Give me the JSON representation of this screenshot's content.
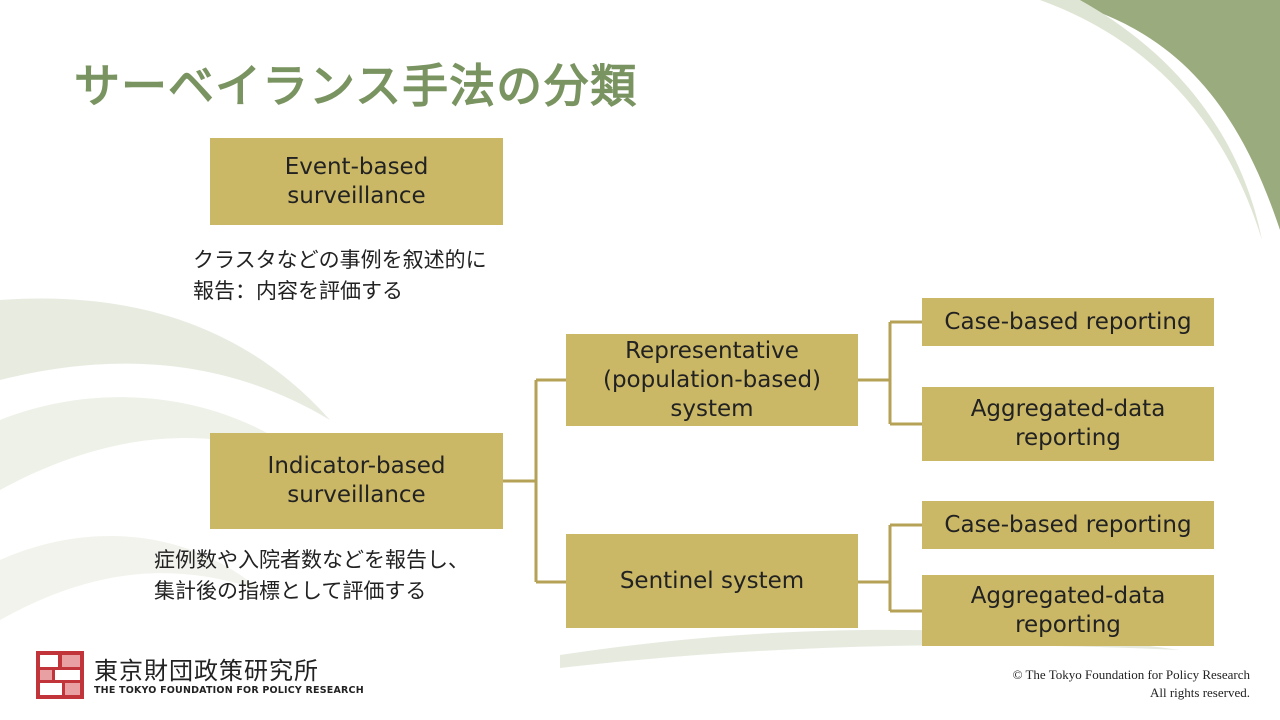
{
  "title": "サーベイランス手法の分類",
  "boxes": {
    "event_based": "Event-based\nsurveillance",
    "indicator_based": "Indicator-based\nsurveillance",
    "representative": "Representative\n(population-based)\nsystem",
    "sentinel": "Sentinel system",
    "case_based_1": "Case-based reporting",
    "aggregated_1": "Aggregated-data\nreporting",
    "case_based_2": "Case-based reporting",
    "aggregated_2": "Aggregated-data\nreporting"
  },
  "notes": {
    "event_note": "クラスタなどの事例を叙述的に\n報告：内容を評価する",
    "indicator_note": "症例数や入院者数などを報告し、\n集計後の指標として評価する"
  },
  "logo": {
    "japanese": "東京財団政策研究所",
    "english": "THE TOKYO FOUNDATION FOR POLICY RESEARCH"
  },
  "copyright": "© The Tokyo Foundation  for Policy Research\nAll rights reserved.",
  "colors": {
    "title": "#7a9461",
    "box_fill": "#cbb866",
    "connector": "#b5a256",
    "decoration_green": "#9aab7e",
    "logo_red": "#c0343a"
  }
}
